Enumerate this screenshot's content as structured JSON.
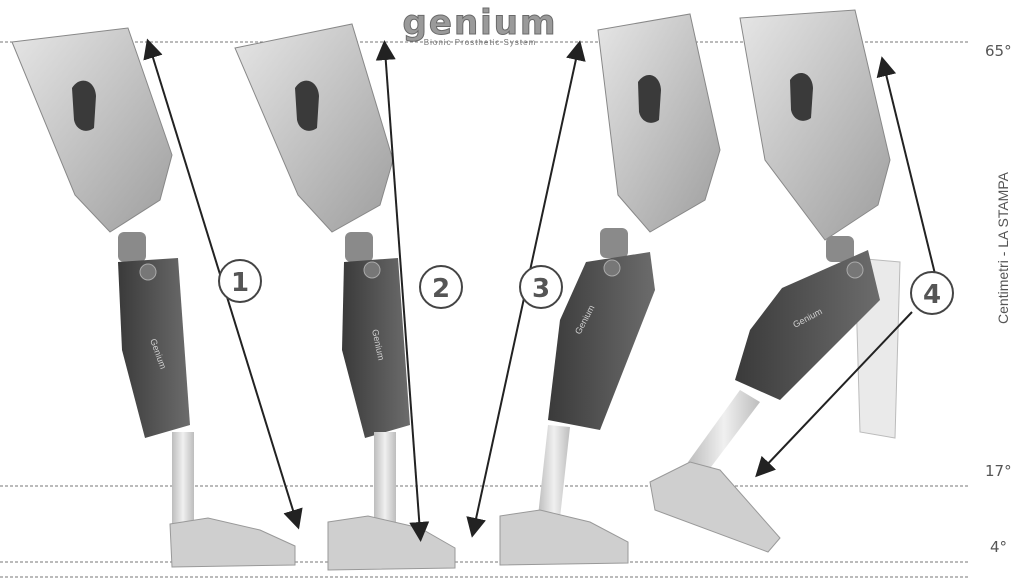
{
  "logo": {
    "wordmark": "genium",
    "tagline": "Bionic Prosthetic System"
  },
  "angles": {
    "top": "65°",
    "middle": "17°",
    "bottom": "4°"
  },
  "credit": "Centimetri - LA STAMPA",
  "phases": [
    {
      "number": "1"
    },
    {
      "number": "2"
    },
    {
      "number": "3"
    },
    {
      "number": "4"
    }
  ],
  "brand_on_leg": "Genium",
  "colors": {
    "socket": "#c8c8c8",
    "knee": "#4a4a4a",
    "pylon": "#d9d9d9",
    "foot": "#cfcfcf",
    "line": "#666666"
  }
}
